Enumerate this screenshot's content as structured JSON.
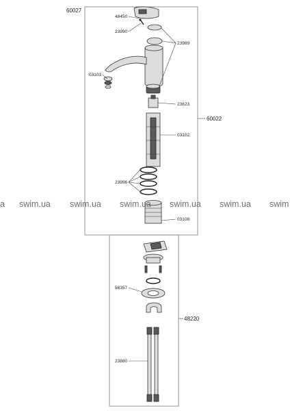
{
  "groups": {
    "top_set": "60027",
    "spout_body": "60022",
    "base_set": "48220"
  },
  "part_labels": {
    "p48450": "48450",
    "p23990": "23990",
    "p23989": "23989",
    "p03103": "03103",
    "p23623": "23623",
    "p03102": "03102",
    "p23996": "23996",
    "p03108": "03108",
    "p58357": "58357",
    "p23880": "23880"
  },
  "watermark": {
    "text": "swim.ua",
    "partial_left": "a",
    "partial_right": "swim"
  }
}
